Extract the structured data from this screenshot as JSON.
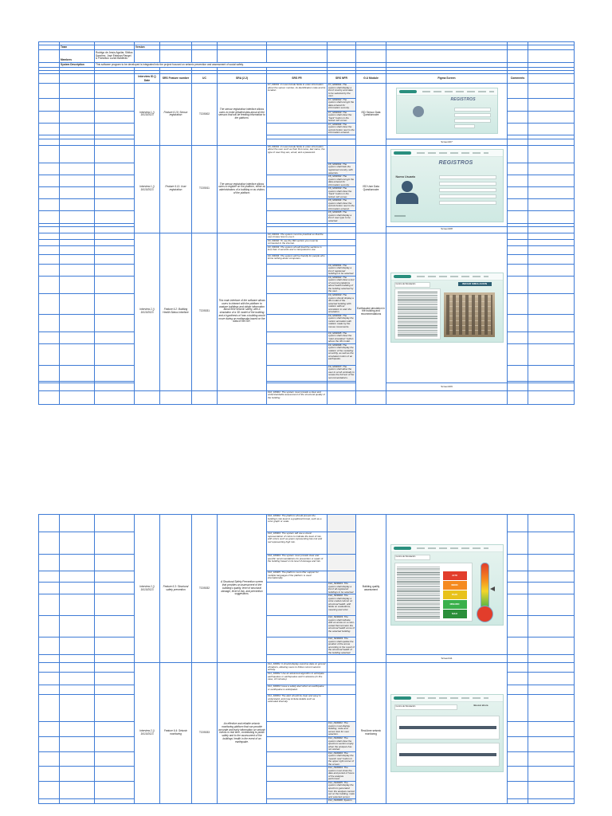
{
  "meta": {
    "team_label": "Team",
    "team_value": "",
    "version_label": "Version",
    "version_value": "",
    "members_label": "Members",
    "members_value": "Rodrigo de Jesús Aguilar, Siblica Sanchez, José Esteban Rangel & Francisco Lozan Balderas",
    "system_description_label": "System Description",
    "system_description_value": "This software program to be developed is integrated into the project focused on seismic prevention and assessment of social safety."
  },
  "columns": [
    "Interview ID () Date",
    "SRS Feature number",
    "UC",
    "SRA (2.2)",
    "SRS FR",
    "SRS NFR",
    "G.U Module",
    "Figma Screen",
    "Comments"
  ],
  "features": [
    {
      "interview": "Interview 1 () 16/10/2023",
      "feature": "Feature 6.10: Sensor registration",
      "uc": "TC05002",
      "sra": "The sensor registration interface allows users to enter detailed data about all the sensors that will be feeding information to the platform.",
      "fr": [
        "F7_FR001: It must include fields to enter information about the sensor number, its identification code and its location."
      ],
      "nfr": [
        "F7_NFR001: The system shall display a list of country and state to be selected by the user.",
        "F7_NFR002: The system shall encrypt the data entered for information security.",
        "F7_NFR003: The system shall show the \"back\" button in the bottom left corner.",
        "F7_NFR004: The system shall show the submit button next to the information entered."
      ],
      "module": "ISD Sensor Data Questionnaire",
      "screen_title": "REGISTROS",
      "screen_label": "Screen107"
    },
    {
      "interview": "Interview 1 () 16/10/2023",
      "feature": "Feature 6.11: User registration",
      "uc": "TC05011",
      "sra": "The sensor registration interface allows users to register on the platform, either as administrators of a building or as visitors of the platform.",
      "fr": [
        "F8_FR001: It must include fields to enter information about the user such as their first name, last name, the type of user they are, email, and a password."
      ],
      "nfr": [
        "F8_NFR001: The system shall hide the registered country, with asterisks.",
        "F8_NFR002: The system shall encrypt the data entered for information security.",
        "F8_NFR003: The system shall show the \"back\" button in the bottom left corner.",
        "F8_NFR004: The system shall show the submit button next to the information entered.",
        "F8_NFR005: The system shall display a list of user type to be selected."
      ],
      "module": "ISD User Data Questionnaire",
      "screen_title": "REGISTROS",
      "screen_caption": "Nuevo Usuario",
      "screen_label": "Screen108"
    },
    {
      "interview": "Interview 2 () 16/10/2023",
      "feature": "Feature 6.2: Building Health Status Interface",
      "uc": "TC05031",
      "sra": "This main interface of the software allows users to interact with the platform to analyze buildings and obtain information about their seismic safety, with a simulation of a 3D model of the building and a hypothesis of how a building would move during an earthquake based on the data of the ISR.",
      "fr": [
        "F9_FR001: The system must be practical so that the user knows how to use it.",
        "F9_FR002: To use the ISD section you must be connected to the internet.",
        "F9_FR003: The system should load the sections in less than 3 seconds and is interpreted to use.",
        "F9_FR004: The system will be friendly for people who know nothing about computers."
      ],
      "nfr": [
        "F9_NFR001: The system shall display a list of registered buildings to be selected.",
        "F9_NFR002: The system shall show a text of recommendations about health building of the building selected by the user.",
        "F9_NFR003: The system should display a 3D model of the selected building with rotation without orientation to start the simulation.",
        "F9_NFR004: The system shall display the motion animation with rotation made by the mouse movements.",
        "F9_NFR005: The system shall show the \"start simulation\" button above the 3D model.",
        "F9_NFR006: The system shall display the rotation of the modeling smoothly, as well as the simulated motion of an earthquake.",
        "F9_NFR007: The system shall allow the user to scroll vertically to review the full text of the recommendations."
      ],
      "module": "Earthquake simulation in the building and recommendations",
      "screen_button": "INICIAR SIMULACION",
      "screen_select": "Centro de Simulación",
      "screen_label": "Screen109"
    },
    {
      "fr": [
        "F10_FR001: The system must provide a clear and understandable assessment of the structural quality of the building."
      ]
    }
  ],
  "features2": [
    {
      "interview": "Interview 2 () 16/10/2023",
      "feature": "Feature 6.3: Structural safety prevention",
      "uc": "TC05032",
      "sra": "A Structural Safety Prevention screen that provides an assessment of the building's quality, level of structural damage, level of risk, and prevention suggestions.",
      "fr": [
        "F10_FR002: The platform should present the building's risk level in a graphical format, such as a color graph or scale.",
        "F10_FR003: The system will use a visual representation of colors to indicate the level of risk, with colors such as green representing low risk and red representing high risk.",
        "F10_FR004: The system must provide clear and specific recommendations for prevention or repair of the building based on its level of damage and risk.",
        "F10_FR005: The platform must offer support for multiple languages if the platform is used internationally."
      ],
      "nfr": [
        "F10_NFR001: The system shall display a list of all registered buildings to be selected.",
        "F10_NFR002: The system shall display a color-coded column on structural health, with fields on evaluations, meaning and color.",
        "F10_NFR003: The system shall indicate with an arrow on a color-coded thermometer the structural health score of the selected building.",
        "F10_NFR004: The system shall update the position of the arrow according to the result of the structural health of the building selected."
      ],
      "module": "Building quality assessment",
      "screen_select": "Centro de Simulación",
      "risk_levels": [
        "ALTO",
        "MEDIO",
        "BAJO",
        "NINGUNO",
        "NULO"
      ],
      "screen_label": "Screen111"
    },
    {
      "interview": "Interview 2 () 16/10/2023",
      "feature": "Feature 6.4: Seismic monitoring",
      "uc": "TC05033",
      "sra": "An effective and reliable seismic monitoring platform that can provide accurate and early information on seismic events in real time, contributing to public safety and to the assessment of the buildings' health in the event of an earthquake.",
      "fr": [
        "F11_FR001: It should display real-time data on ground vibrations, allowing users to follow current seismic activity.",
        "F11_FR002: Use an advanced algorithm to anticipate earthquakes or earthquakes well in advance (in this case, 10 minutes).",
        "F11_FR003: Issue a safety alert when an earthquake or earthquake is anticipated.",
        "F11_FR004: The alert should be clear and easy to understand, and may include details such as estimated intensity."
      ],
      "nfr": [
        "F11_NFR001: The system must display building, node and sensor lists for user selection.",
        "F11_NFR002: The system shall show the spectrum section empty when the analysis has not started.",
        "F11_NFR003: The system shall display the \"search now\" button in the upper right corner of the screen.",
        "F11_NFR004: The system must show the date and period of hours of the analysis performed.",
        "F11_NFR005: The system shall display the spectrum generated from the analysis carried out on the building, node and selected sensor.",
        "F11_NFR006: System"
      ],
      "module": "Real-time seismic monitoring",
      "screen_select": "Centro de Simulación",
      "screen_search": "Buscar ahora"
    }
  ]
}
